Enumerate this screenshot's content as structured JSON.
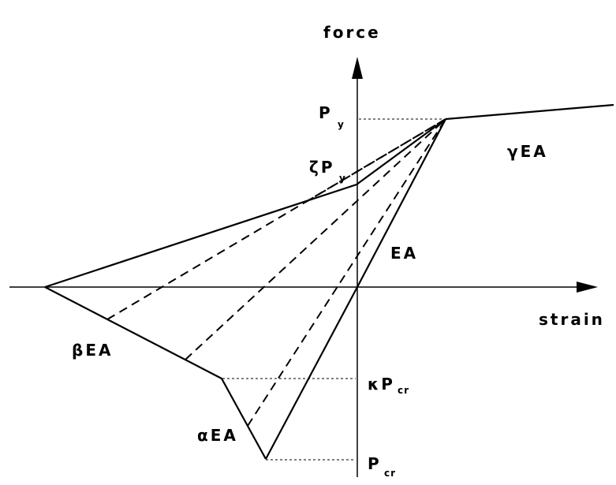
{
  "axes": {
    "y_label": "force",
    "x_label": "strain"
  },
  "labels": {
    "py_main": "P",
    "py_sub": "y",
    "zeta_main": "ζP",
    "zeta_sub": "y",
    "gamma_ea": "γEA",
    "ea": "EA",
    "beta_ea": "βEA",
    "kappa_main": "κP",
    "kappa_sub": "cr",
    "alpha_ea": "αEA",
    "pcr_main": "P",
    "pcr_sub": "cr"
  }
}
